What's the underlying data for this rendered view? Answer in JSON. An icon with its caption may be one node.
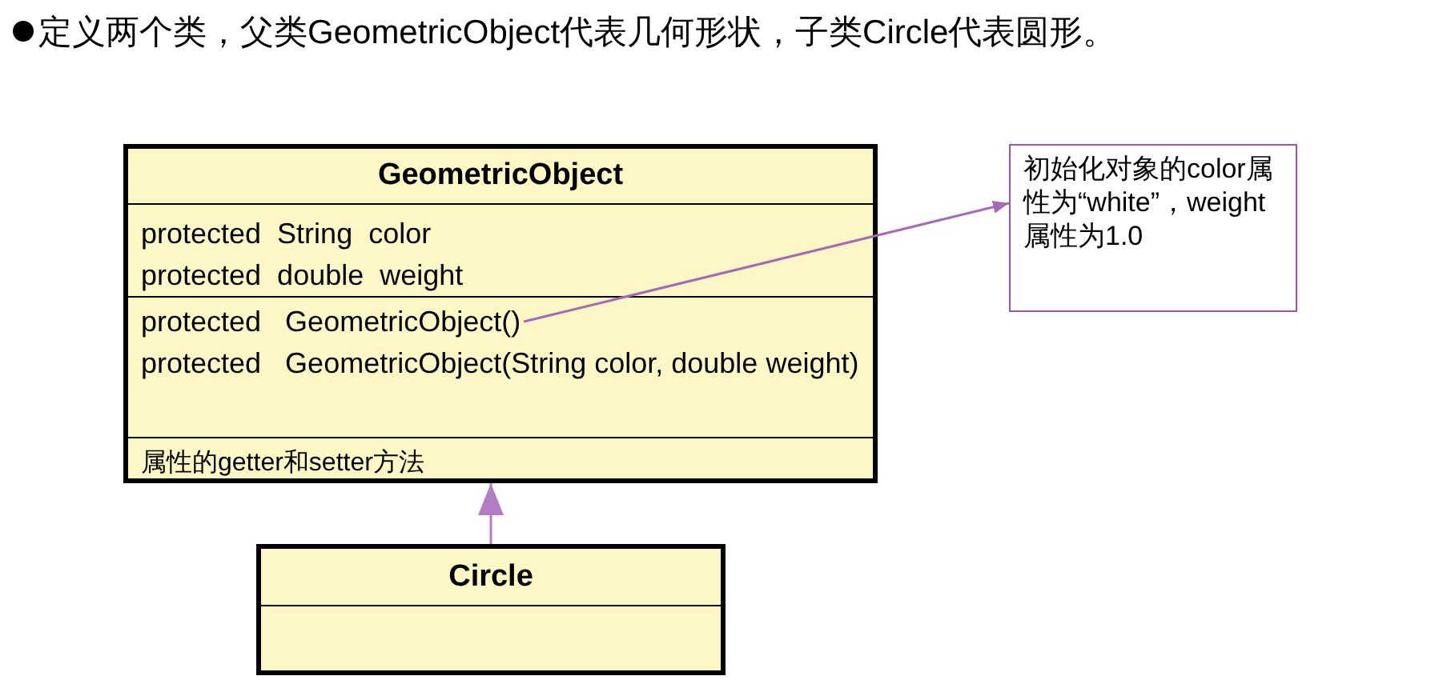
{
  "diagram": {
    "title": "定义两个类，父类GeometricObject代表几何形状，子类Circle代表圆形。",
    "nodes": [
      {
        "text": [
          "GeometricObject",
          "protected  String  color",
          "protected  double  weight",
          "属性的getter和setter方法"
        ]
      },
      {
        "text": [
          "protected   GeometricObject()"
        ],
        "in": 0
      },
      {
        "text": [
          "protected   GeometricObject(String color, double weight)"
        ],
        "in": 0
      },
      {
        "text": [
          "初始化对象的color属性为“white”，weight属性为1.0"
        ]
      },
      {
        "text": [
          "Circle"
        ]
      }
    ],
    "edges": [
      {
        "from": 1,
        "to": 3,
        "arrow": "to"
      },
      {
        "from": 4,
        "to": 0,
        "arrow": "to"
      }
    ]
  }
}
